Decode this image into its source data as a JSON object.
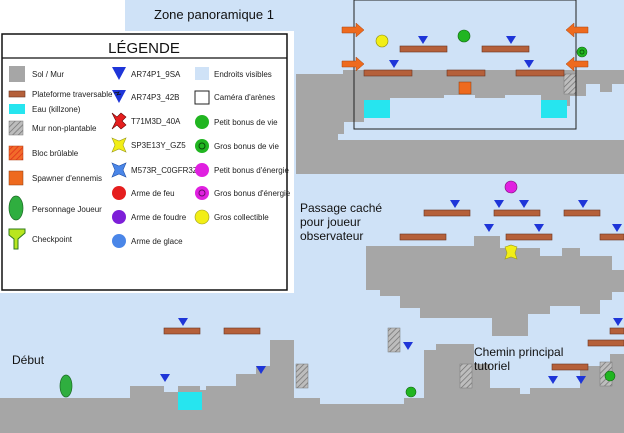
{
  "labels": {
    "zone_title": "Zone panoramique 1",
    "secret_passage": [
      "Passage caché",
      "pour joueur",
      "observateur"
    ],
    "start": "Début",
    "main_path": [
      "Chemin principal",
      "tutoriel"
    ]
  },
  "legend": {
    "title": "LÉGENDE",
    "items_left": [
      "Sol / Mur",
      "Plateforme traversable",
      "Eau (killzone)",
      "Mur non-plantable",
      "Bloc brûlable",
      "Spawner d'ennemis",
      "Personnage Joueur",
      "Checkpoint"
    ],
    "items_mid": [
      "AR74P1_9SA",
      "AR74P3_42B",
      "T71M3D_40A",
      "SP3E13Y_GZ5",
      "M573R_C0GFR3Z",
      "Arme de feu",
      "Arme de foudre",
      "Arme de glace"
    ],
    "items_right": [
      "Endroits visibles",
      "Caméra d'arènes",
      "Petit bonus de vie",
      "Gros bonus de vie",
      "Petit bonus d'énergie",
      "Gros bonus d'énergie",
      "Gros collectible"
    ]
  },
  "colors": {
    "visible_area": "#cfe2f7",
    "ground": "#a6a6a6",
    "platform": "#b5603a",
    "water": "#26e5ef",
    "arrow": "#ee6a1e",
    "enemy": "#1e35d8",
    "spawner": "#ee6a1e",
    "player": "#2fae3f",
    "fire": "#e51e1e",
    "lightning": "#7d1fd8",
    "ice": "#4a86e8",
    "small_life": "#21b521",
    "small_energy": "#e020e0",
    "collectible": "#f2ee16"
  }
}
